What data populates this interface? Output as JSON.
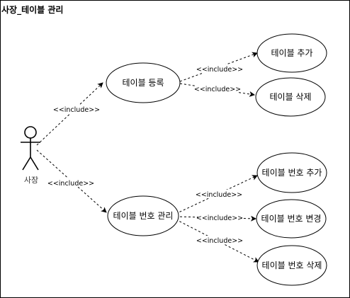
{
  "frame": {
    "title": "사장_테이블 관리"
  },
  "actor": {
    "name": "사장"
  },
  "use_cases": {
    "table_register": "테이블 등록",
    "table_add": "테이블 추가",
    "table_delete": "테이블 삭제",
    "table_number_manage": "테이블 번호 관리",
    "table_number_add": "테이블 번호 추가",
    "table_number_change": "테이블 번호 변경",
    "table_number_delete": "테이블 번호 삭제"
  },
  "relations": {
    "actor_to_register": "<<include>>",
    "actor_to_number_manage": "<<include>>",
    "register_to_add": "<<include>>",
    "register_to_delete": "<<include>>",
    "number_manage_to_add": "<<include>>",
    "number_manage_to_change": "<<include>>",
    "number_manage_to_delete": "<<include>>"
  }
}
